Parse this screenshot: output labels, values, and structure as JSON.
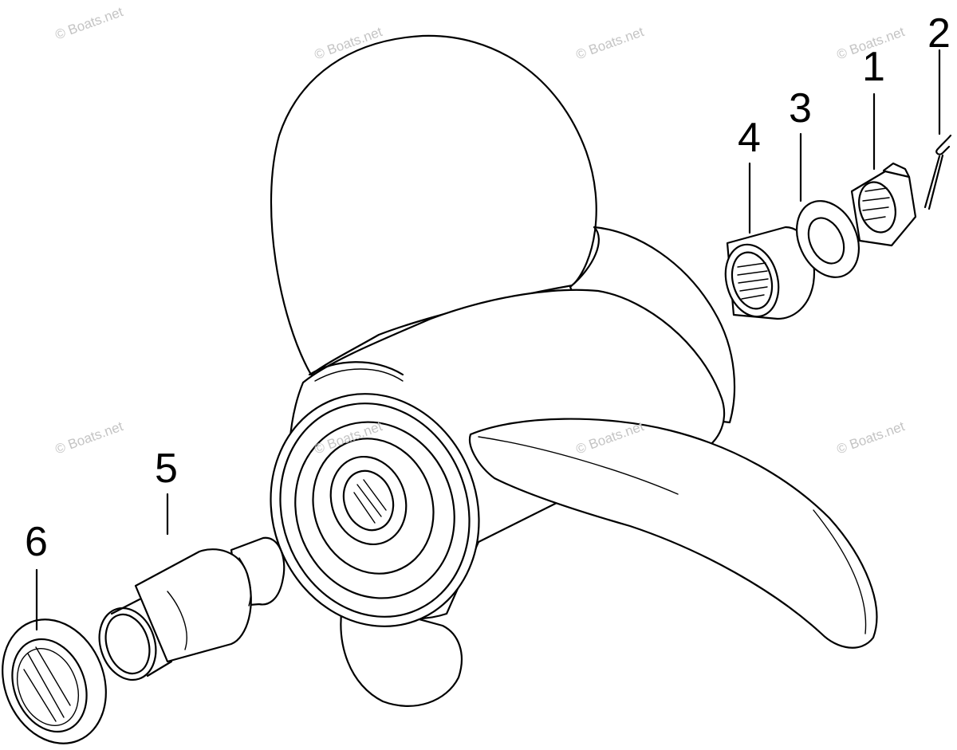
{
  "diagram": {
    "parts": [
      {
        "number": "1"
      },
      {
        "number": "2"
      },
      {
        "number": "3"
      },
      {
        "number": "4"
      },
      {
        "number": "5"
      },
      {
        "number": "6"
      }
    ],
    "watermark": "© Boats.net",
    "colors": {
      "line": "#000000",
      "background": "#ffffff",
      "watermark": "#c4c4c4"
    }
  }
}
